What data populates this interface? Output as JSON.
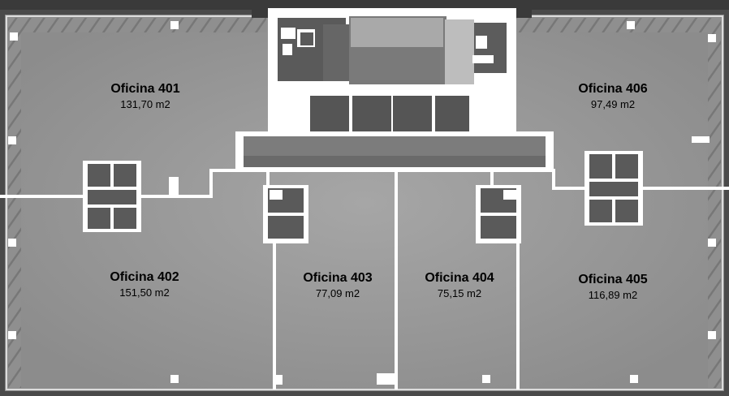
{
  "offices": [
    {
      "name": "Oficina 401",
      "area": "131,70 m2"
    },
    {
      "name": "Oficina 402",
      "area": "151,50 m2"
    },
    {
      "name": "Oficina 403",
      "area": "77,09 m2"
    },
    {
      "name": "Oficina 404",
      "area": "75,15 m2"
    },
    {
      "name": "Oficina 405",
      "area": "116,89 m2"
    },
    {
      "name": "Oficina 406",
      "area": "97,49 m2"
    }
  ],
  "colors": {
    "background": "#3a3a3a",
    "floor": "#9c9c9c",
    "wall": "#ffffff",
    "core": "#555555",
    "text": "#000000"
  }
}
